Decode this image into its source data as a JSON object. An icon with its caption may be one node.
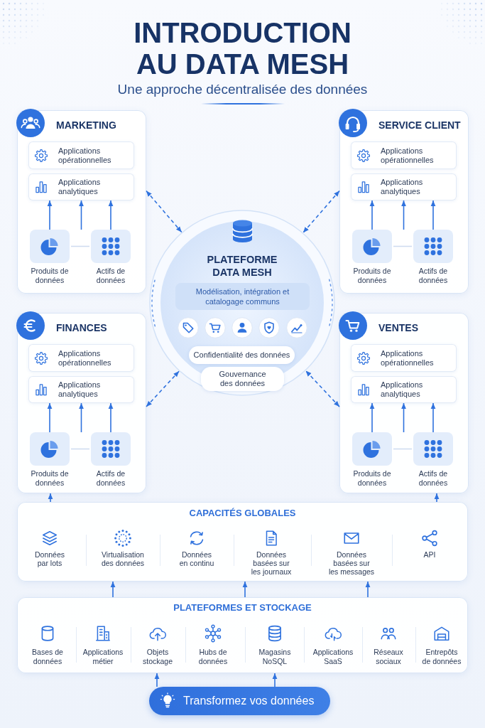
{
  "diagram": {
    "title": "INTRODUCTION AU DATA MESH",
    "nodes": [
      {
        "text": [
          "MARKETING"
        ]
      },
      {
        "text": [
          "Applications opérationnelles"
        ],
        "in": 0
      },
      {
        "text": [
          "Applications analytiques"
        ],
        "in": 0
      },
      {
        "text": [
          "Produits de données"
        ],
        "in": 0
      },
      {
        "text": [
          "Actifs de données"
        ],
        "in": 0
      },
      {
        "text": [
          "SERVICE CLIENT"
        ]
      },
      {
        "text": [
          "Applications opérationnelles"
        ],
        "in": 5
      },
      {
        "text": [
          "Applications analytiques"
        ],
        "in": 5
      },
      {
        "text": [
          "Produits de données"
        ],
        "in": 5
      },
      {
        "text": [
          "Actifs de données"
        ],
        "in": 5
      },
      {
        "text": [
          "PLATEFORME DATA MESH"
        ]
      },
      {
        "text": [
          "Modélisation, intégration et catalogage communs"
        ],
        "in": 10
      },
      {
        "text": [
          "Confidentialité des données"
        ],
        "in": 10
      },
      {
        "text": [
          "Gouvernance des données"
        ],
        "in": 10
      },
      {
        "text": [
          "FINANCES"
        ]
      },
      {
        "text": [
          "Applications opérationnelles"
        ],
        "in": 14
      },
      {
        "text": [
          "Applications analytiques"
        ],
        "in": 14
      },
      {
        "text": [
          "Produits de données"
        ],
        "in": 14
      },
      {
        "text": [
          "Actifs de données"
        ],
        "in": 14
      },
      {
        "text": [
          "VENTES"
        ]
      },
      {
        "text": [
          "Applications opérationnelles"
        ],
        "in": 19
      },
      {
        "text": [
          "Applications analytiques"
        ],
        "in": 19
      },
      {
        "text": [
          "Produits de données"
        ],
        "in": 19
      },
      {
        "text": [
          "Actifs de données"
        ],
        "in": 19
      },
      {
        "text": [
          "CAPACITÉS GLOBALES",
          "Données par lots",
          "Virtualisation des données",
          "Données en continu",
          "Données basées sur les journaux",
          "Données basées sur les messages",
          "API"
        ]
      },
      {
        "text": [
          "PLATEFORMES ET STOCKAGE",
          "Bases de données",
          "Applications métier",
          "Objets stockage",
          "Hubs de données",
          "Magasins NoSQL",
          "Applications SaaS",
          "Réseaux sociaux",
          "Entrepôts de données"
        ]
      },
      {
        "text": [
          "Transformez vos données"
        ]
      }
    ],
    "edges": [
      {
        "from": 3,
        "to": 2,
        "arrow": "to"
      },
      {
        "from": null,
        "to": 2,
        "arrow": "to"
      },
      {
        "from": 4,
        "to": 2,
        "arrow": "to"
      },
      {
        "from": 3,
        "to": 4,
        "arrow": "none",
        "color": "#cfdcf0"
      },
      {
        "from": 8,
        "to": 7,
        "arrow": "to"
      },
      {
        "from": null,
        "to": 7,
        "arrow": "to"
      },
      {
        "from": 9,
        "to": 7,
        "arrow": "to"
      },
      {
        "from": 8,
        "to": 9,
        "arrow": "none",
        "color": "#cfdcf0"
      },
      {
        "from": 17,
        "to": 16,
        "arrow": "to"
      },
      {
        "from": null,
        "to": 16,
        "arrow": "to"
      },
      {
        "from": 18,
        "to": 16,
        "arrow": "to"
      },
      {
        "from": 17,
        "to": 18,
        "arrow": "none",
        "color": "#cfdcf0"
      },
      {
        "from": 22,
        "to": 21,
        "arrow": "to"
      },
      {
        "from": null,
        "to": 21,
        "arrow": "to"
      },
      {
        "from": 23,
        "to": 21,
        "arrow": "to"
      },
      {
        "from": 22,
        "to": 23,
        "arrow": "none",
        "color": "#cfdcf0"
      },
      {
        "from": 0,
        "to": 10,
        "arrow": "both",
        "style": "dashed"
      },
      {
        "from": 5,
        "to": 10,
        "arrow": "both",
        "style": "dashed"
      },
      {
        "from": 14,
        "to": 10,
        "arrow": "both",
        "style": "dashed"
      },
      {
        "from": 19,
        "to": 10,
        "arrow": "both",
        "style": "dashed"
      },
      {
        "from": 24,
        "to": 14,
        "arrow": "to"
      },
      {
        "from": 24,
        "to": 19,
        "arrow": "to"
      },
      {
        "from": 25,
        "to": 24,
        "arrow": "to"
      },
      {
        "from": 25,
        "to": 24,
        "arrow": "to"
      },
      {
        "from": 25,
        "to": 24,
        "arrow": "to"
      },
      {
        "from": 26,
        "to": 25,
        "arrow": "to"
      },
      {
        "from": 26,
        "to": 25,
        "arrow": "to"
      }
    ],
    "labels": [
      "Une approche décentralisée des données"
    ]
  }
}
